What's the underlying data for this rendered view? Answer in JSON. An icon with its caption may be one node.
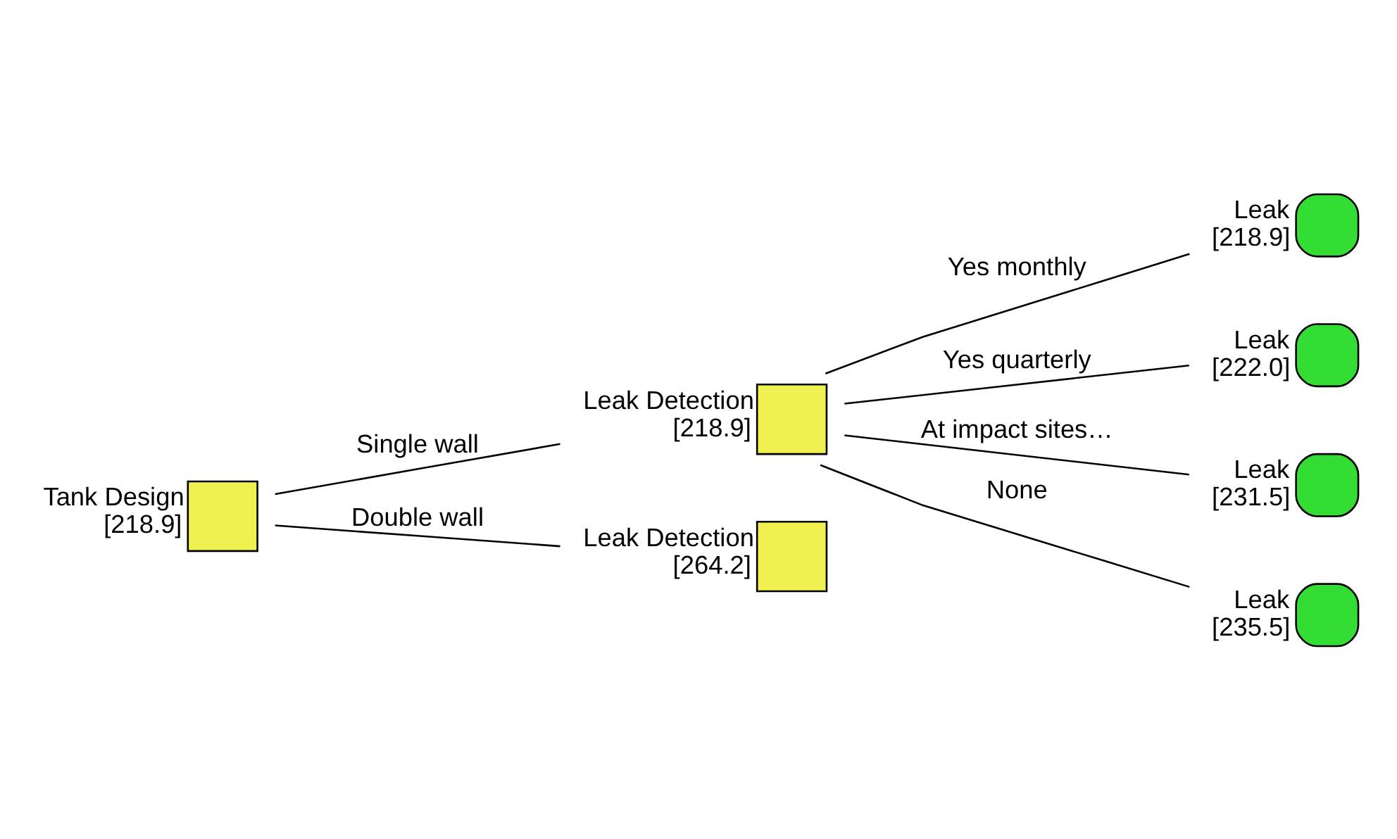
{
  "diagram": {
    "nodes": [
      {
        "text": [
          "Tank Design",
          "[218.9]"
        ]
      },
      {
        "text": [
          "Leak Detection",
          "[218.9]"
        ]
      },
      {
        "text": [
          "Leak",
          "[218.9]"
        ]
      },
      {
        "text": [
          "Leak",
          "[222.0]"
        ]
      },
      {
        "text": [
          "Leak",
          "[231.5]"
        ]
      },
      {
        "text": [
          "Leak",
          "[235.5]"
        ]
      },
      {
        "text": [
          "Leak Detection",
          "[264.2]"
        ]
      }
    ],
    "edges": [
      {
        "from": 0,
        "to": 1,
        "arrow": "none",
        "label": "Single wall"
      },
      {
        "from": 0,
        "to": 6,
        "arrow": "none",
        "label": "Double wall"
      },
      {
        "from": 1,
        "to": 2,
        "arrow": "none",
        "label": "Yes monthly"
      },
      {
        "from": 1,
        "to": 3,
        "arrow": "none",
        "label": "Yes quarterly"
      },
      {
        "from": 1,
        "to": 4,
        "arrow": "none",
        "label": "At impact sites…"
      },
      {
        "from": 1,
        "to": 5,
        "arrow": "none",
        "label": "None"
      }
    ]
  }
}
